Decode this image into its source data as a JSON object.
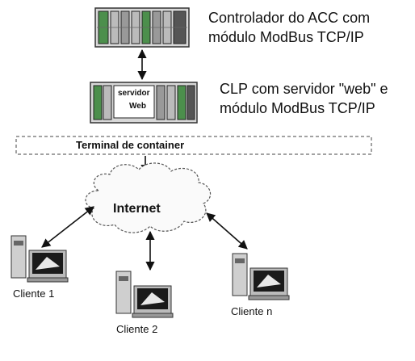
{
  "controller": {
    "line1": "Controlador do ACC com",
    "line2": "módulo ModBus TCP/IP"
  },
  "clp": {
    "line1": "CLP com servidor \"web\" e",
    "line2": "módulo ModBus TCP/IP",
    "module_label_1": "servidor",
    "module_label_2": "Web"
  },
  "terminal": {
    "label": "Terminal de container"
  },
  "cloud": {
    "label": "Internet"
  },
  "clients": [
    {
      "label": "Cliente 1"
    },
    {
      "label": "Cliente 2"
    },
    {
      "label": "Cliente n"
    }
  ],
  "colors": {
    "line": "#111111",
    "device_frame": "#333333",
    "screen_dark": "#1a1a1a",
    "device_green": "#4c8f4c"
  }
}
